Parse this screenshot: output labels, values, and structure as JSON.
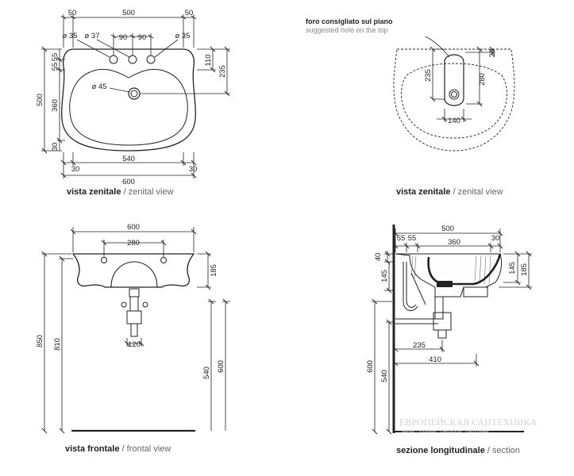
{
  "views": {
    "top_left": {
      "caption_it": "vista zenitale",
      "caption_en": "zenital view"
    },
    "top_right": {
      "caption_it": "vista zenitale",
      "caption_en": "zenital view"
    },
    "front": {
      "caption_it": "vista frontale",
      "caption_en": "frontal view"
    },
    "section": {
      "caption_it": "sezione longitudinale",
      "caption_en": "section"
    }
  },
  "separator": "/",
  "note": {
    "italian": "foro consigliato sul piano",
    "english": "suggested hole on the top"
  },
  "dims": {
    "tl_50a": "50",
    "tl_500": "500",
    "tl_50b": "50",
    "tl_d35a": "ø 35",
    "tl_d37": "ø 37",
    "tl_90a": "90",
    "tl_90b": "90",
    "tl_d35b": "ø 35",
    "tl_d45": "ø 45",
    "tl_55a": "55",
    "tl_55b": "55",
    "tl_500v": "500",
    "tl_360": "360",
    "tl_30v": "30",
    "tl_110": "110",
    "tl_235": "235",
    "tl_30a": "30",
    "tl_540": "540",
    "tl_30b": "30",
    "tl_600": "600",
    "tr_20": "20",
    "tr_235": "235",
    "tr_280": "280",
    "tr_140": "140",
    "fr_600": "600",
    "fr_280": "280",
    "fr_185": "185",
    "fr_850": "850",
    "fr_810": "810",
    "fr_540": "540",
    "fr_600v": "600",
    "fr_120": "120",
    "sc_500": "500",
    "sc_55a": "55",
    "sc_55b": "55",
    "sc_360": "360",
    "sc_30": "30",
    "sc_40": "40",
    "sc_145a": "145",
    "sc_145b": "145",
    "sc_185": "185",
    "sc_235": "235",
    "sc_410": "410",
    "sc_600": "600",
    "sc_540": "540"
  },
  "watermark": {
    "line1": "ЕВРОПЕЙСКАЯ САНТЕХНИКА",
    "line2": "ванны • душевые • смесители • сантехника"
  }
}
